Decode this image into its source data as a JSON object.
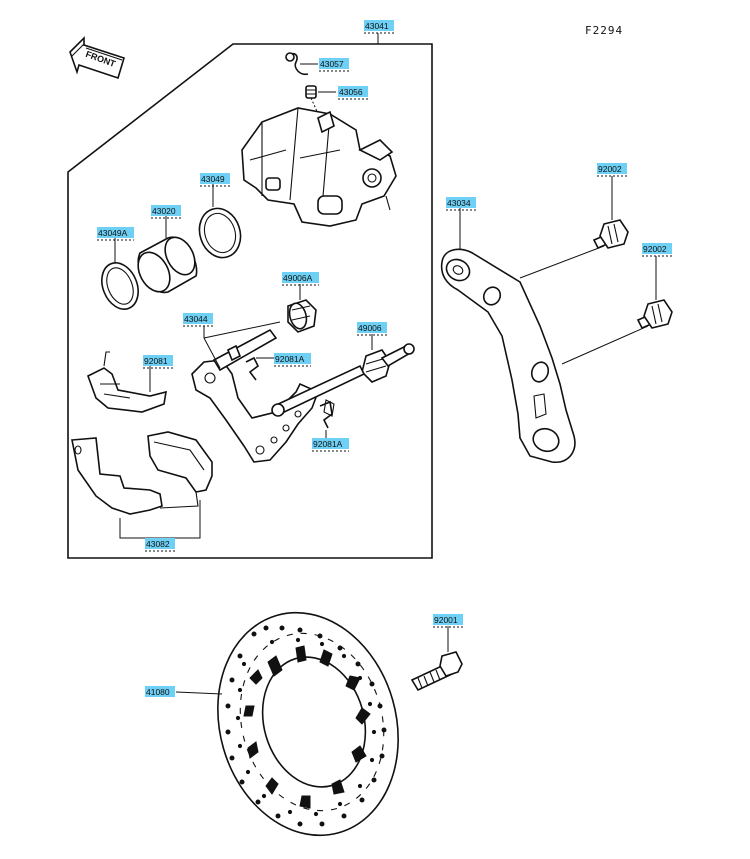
{
  "figure_code": "F2294",
  "front_arrow_text": "FRONT",
  "labels": [
    {
      "id": "43041"
    },
    {
      "id": "43057"
    },
    {
      "id": "43056"
    },
    {
      "id": "43049"
    },
    {
      "id": "43020"
    },
    {
      "id": "43049A"
    },
    {
      "id": "49006A"
    },
    {
      "id": "43044"
    },
    {
      "id": "49006"
    },
    {
      "id": "92081"
    },
    {
      "id": "92081A"
    },
    {
      "id": "92081A"
    },
    {
      "id": "43082"
    },
    {
      "id": "43034"
    },
    {
      "id": "92002"
    },
    {
      "id": "92002"
    },
    {
      "id": "92001"
    },
    {
      "id": "41080"
    }
  ]
}
